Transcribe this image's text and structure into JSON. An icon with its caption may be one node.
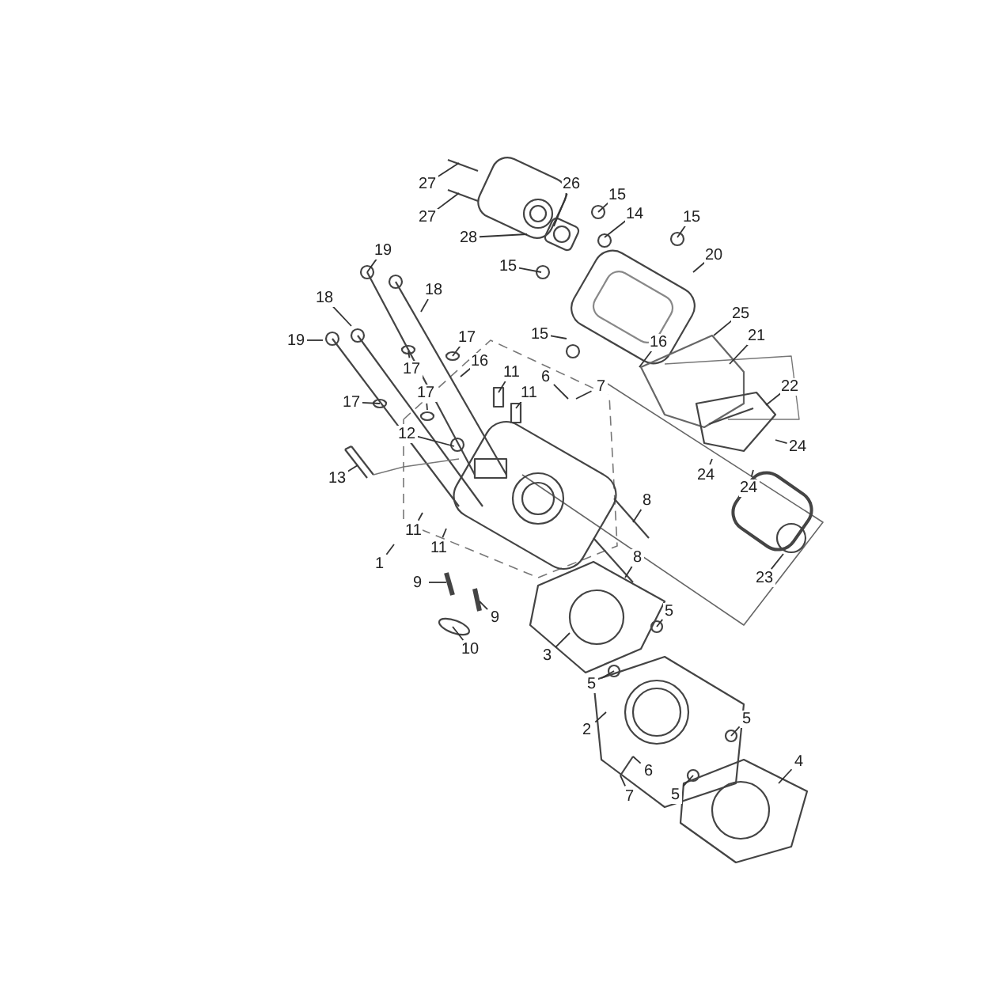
{
  "diagram": {
    "nodes": [
      {
        "text": [
          "27"
        ]
      },
      {
        "text": [
          "27"
        ]
      },
      {
        "text": [
          "26"
        ]
      },
      {
        "text": [
          "28"
        ]
      },
      {
        "text": [
          "15"
        ]
      },
      {
        "text": [
          "14"
        ]
      },
      {
        "text": [
          "15"
        ]
      },
      {
        "text": [
          "20"
        ]
      },
      {
        "text": [
          "15"
        ]
      },
      {
        "text": [
          "19"
        ]
      },
      {
        "text": [
          "18"
        ]
      },
      {
        "text": [
          "18"
        ]
      },
      {
        "text": [
          "19"
        ]
      },
      {
        "text": [
          "17"
        ]
      },
      {
        "text": [
          "17"
        ]
      },
      {
        "text": [
          "16"
        ]
      },
      {
        "text": [
          "17"
        ]
      },
      {
        "text": [
          "17"
        ]
      },
      {
        "text": [
          "15"
        ]
      },
      {
        "text": [
          "16"
        ]
      },
      {
        "text": [
          "11"
        ]
      },
      {
        "text": [
          "11"
        ]
      },
      {
        "text": [
          "6"
        ]
      },
      {
        "text": [
          "7"
        ]
      },
      {
        "text": [
          "25"
        ]
      },
      {
        "text": [
          "21"
        ]
      },
      {
        "text": [
          "22"
        ]
      },
      {
        "text": [
          "24"
        ]
      },
      {
        "text": [
          "24"
        ]
      },
      {
        "text": [
          "24"
        ]
      },
      {
        "text": [
          "23"
        ]
      },
      {
        "text": [
          "12"
        ]
      },
      {
        "text": [
          "13"
        ]
      },
      {
        "text": [
          "8"
        ]
      },
      {
        "text": [
          "8"
        ]
      },
      {
        "text": [
          "11"
        ]
      },
      {
        "text": [
          "11"
        ]
      },
      {
        "text": [
          "1"
        ]
      },
      {
        "text": [
          "9"
        ]
      },
      {
        "text": [
          "9"
        ]
      },
      {
        "text": [
          "10"
        ]
      },
      {
        "text": [
          "5"
        ]
      },
      {
        "text": [
          "3"
        ]
      },
      {
        "text": [
          "5"
        ]
      },
      {
        "text": [
          "2"
        ]
      },
      {
        "text": [
          "6"
        ]
      },
      {
        "text": [
          "7"
        ]
      },
      {
        "text": [
          "5"
        ]
      },
      {
        "text": [
          "5"
        ]
      },
      {
        "text": [
          "4"
        ]
      }
    ],
    "edges": [
      {
        "from": 0,
        "to": null,
        "arrow": "none"
      },
      {
        "from": 1,
        "to": null,
        "arrow": "none"
      },
      {
        "from": 2,
        "to": null,
        "arrow": "none"
      },
      {
        "from": 3,
        "to": null,
        "arrow": "none"
      },
      {
        "from": 4,
        "to": null,
        "arrow": "none"
      },
      {
        "from": 5,
        "to": null,
        "arrow": "none"
      },
      {
        "from": 6,
        "to": null,
        "arrow": "none"
      },
      {
        "from": 7,
        "to": null,
        "arrow": "none"
      },
      {
        "from": 8,
        "to": null,
        "arrow": "none"
      },
      {
        "from": 9,
        "to": null,
        "arrow": "none"
      },
      {
        "from": 10,
        "to": null,
        "arrow": "none"
      },
      {
        "from": 11,
        "to": null,
        "arrow": "none"
      },
      {
        "from": 12,
        "to": null,
        "arrow": "none"
      },
      {
        "from": 13,
        "to": null,
        "arrow": "none"
      },
      {
        "from": 14,
        "to": null,
        "arrow": "none"
      },
      {
        "from": 15,
        "to": null,
        "arrow": "none"
      },
      {
        "from": 16,
        "to": null,
        "arrow": "none"
      },
      {
        "from": 17,
        "to": null,
        "arrow": "none"
      },
      {
        "from": 18,
        "to": null,
        "arrow": "none"
      },
      {
        "from": 19,
        "to": null,
        "arrow": "none"
      },
      {
        "from": 20,
        "to": null,
        "arrow": "none"
      },
      {
        "from": 21,
        "to": null,
        "arrow": "none"
      },
      {
        "from": 22,
        "to": null,
        "arrow": "none"
      },
      {
        "from": 23,
        "to": null,
        "arrow": "none"
      },
      {
        "from": 24,
        "to": null,
        "arrow": "none"
      },
      {
        "from": 25,
        "to": null,
        "arrow": "none"
      },
      {
        "from": 26,
        "to": null,
        "arrow": "none"
      },
      {
        "from": 27,
        "to": null,
        "arrow": "none"
      },
      {
        "from": 28,
        "to": null,
        "arrow": "none"
      },
      {
        "from": 29,
        "to": null,
        "arrow": "none"
      },
      {
        "from": 30,
        "to": null,
        "arrow": "none"
      },
      {
        "from": 31,
        "to": null,
        "arrow": "none"
      },
      {
        "from": 32,
        "to": null,
        "arrow": "none"
      },
      {
        "from": 33,
        "to": null,
        "arrow": "none"
      },
      {
        "from": 34,
        "to": null,
        "arrow": "none"
      },
      {
        "from": 35,
        "to": null,
        "arrow": "none"
      },
      {
        "from": 36,
        "to": null,
        "arrow": "none"
      },
      {
        "from": 37,
        "to": null,
        "arrow": "none"
      },
      {
        "from": 38,
        "to": null,
        "arrow": "none"
      },
      {
        "from": 39,
        "to": null,
        "arrow": "none"
      },
      {
        "from": 40,
        "to": null,
        "arrow": "none"
      },
      {
        "from": 41,
        "to": null,
        "arrow": "none"
      },
      {
        "from": 42,
        "to": null,
        "arrow": "none"
      },
      {
        "from": 43,
        "to": null,
        "arrow": "none"
      },
      {
        "from": 44,
        "to": null,
        "arrow": "none"
      },
      {
        "from": 45,
        "to": null,
        "arrow": "none"
      },
      {
        "from": 46,
        "to": null,
        "arrow": "none"
      },
      {
        "from": 47,
        "to": null,
        "arrow": "none"
      },
      {
        "from": 48,
        "to": null,
        "arrow": "none"
      },
      {
        "from": 49,
        "to": null,
        "arrow": "none"
      }
    ]
  }
}
